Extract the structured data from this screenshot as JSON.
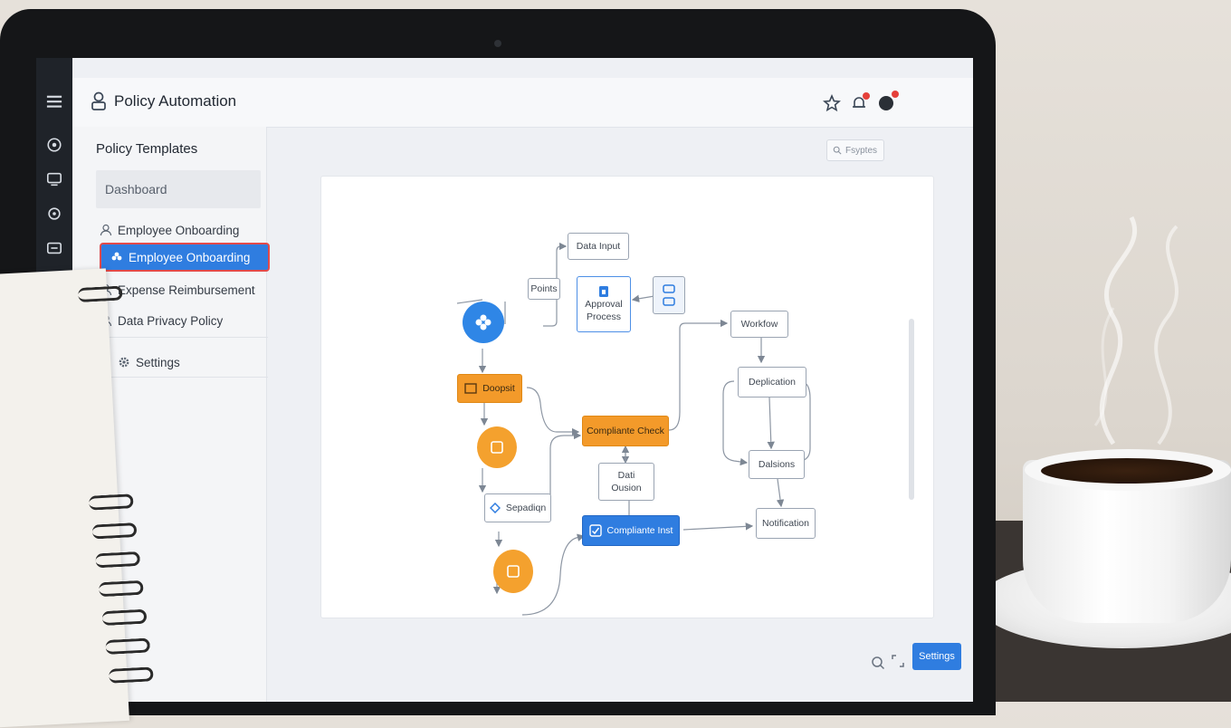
{
  "app": {
    "title": "Policy Automation"
  },
  "sidebar": {
    "heading": "Policy Templates",
    "dashboard_label": "Dashboard",
    "items": [
      {
        "label": "Employee Onboarding",
        "active": false
      },
      {
        "label": "Employee Onboarding",
        "active": true
      },
      {
        "label": "Expense Reimbursement",
        "active": false
      },
      {
        "label": "Data Privacy Policy",
        "active": false
      }
    ],
    "settings_label": "Settings"
  },
  "toolbar": {
    "search_label": "Fsyptes",
    "primary_button": "Settings"
  },
  "flow": {
    "nodes": {
      "data_input": "Data Input",
      "points": "Points",
      "approval_line1": "Approval",
      "approval_line2": "Process",
      "workfow": "Workfow",
      "deposit": "Doopsit",
      "compliance_check": "Compliante Check",
      "deplication": "Deplication",
      "dalsions": "Dalsions",
      "data_ousion_line1": "Dati",
      "data_ousion_line2": "Ousion",
      "separion": "Sepadiqn",
      "compliance_inst": "Compliante Inst",
      "notification": "Notification"
    }
  },
  "colors": {
    "accent": "#2f7de0",
    "orange": "#f39a2a",
    "active_border": "#e24a4a"
  }
}
